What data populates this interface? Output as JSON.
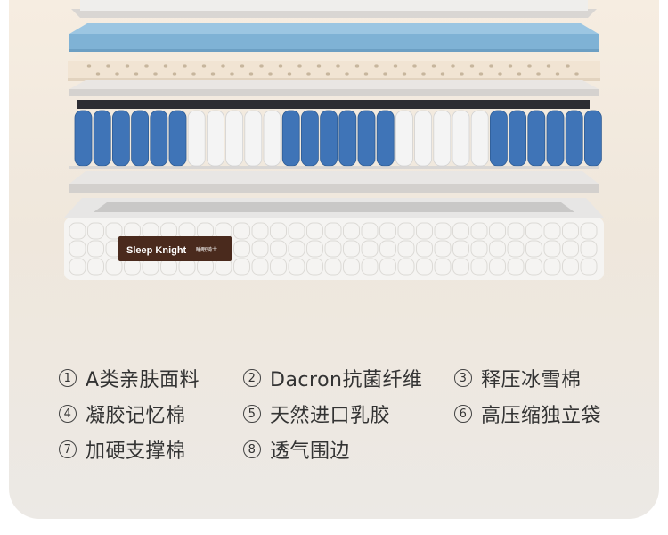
{
  "brand": {
    "logo_text": "Sleep Knight",
    "logo_cn": "睡眠骑士"
  },
  "colors": {
    "background_top": "#f6ede1",
    "background_bottom": "#ece9e5",
    "blue_layer": "#7fb2d5",
    "latex_layer": "#f1e4d3",
    "coil_blue": "#3f74b7",
    "coil_white": "#f4f4f4",
    "label_brown": "#4a2a1d"
  },
  "legend": [
    {
      "num": "1",
      "label": "A类亲肤面料"
    },
    {
      "num": "2",
      "label": "Dacron抗菌纤维"
    },
    {
      "num": "3",
      "label": "释压冰雪棉"
    },
    {
      "num": "4",
      "label": "凝胶记忆棉"
    },
    {
      "num": "5",
      "label": "天然进口乳胶"
    },
    {
      "num": "6",
      "label": "高压缩独立袋"
    },
    {
      "num": "7",
      "label": "加硬支撑棉"
    },
    {
      "num": "8",
      "label": "透气围边"
    }
  ]
}
